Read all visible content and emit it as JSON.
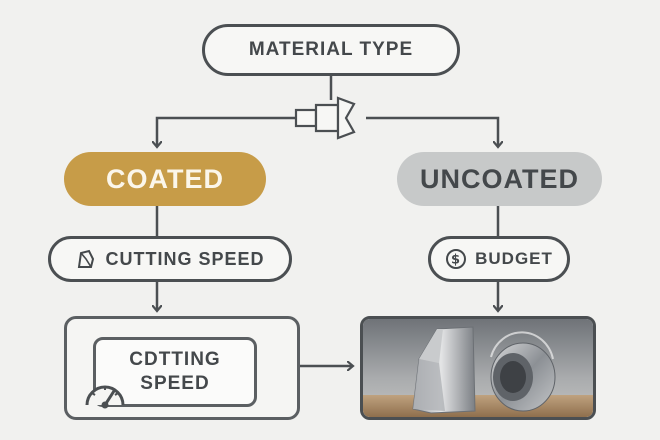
{
  "diagram": {
    "root": {
      "label": "MATERIAL TYPE"
    },
    "left_branch": {
      "label": "COATED",
      "color": "#c79c48",
      "criterion": {
        "label": "CUTTING SPEED",
        "icon": "tool-insert-icon"
      },
      "result": {
        "label_line1": "CDTTING",
        "label_line2": "SPEED",
        "icon": "speedometer-icon"
      }
    },
    "right_branch": {
      "label": "UNCOATED",
      "color": "#c7c9c9",
      "criterion": {
        "label": "BUDGET",
        "icon": "dollar-coin-icon"
      },
      "result": {
        "image": "metal-parts-photo"
      }
    },
    "splitter_icon": "cutting-tool-icon",
    "line_color": "#4b4f52"
  }
}
